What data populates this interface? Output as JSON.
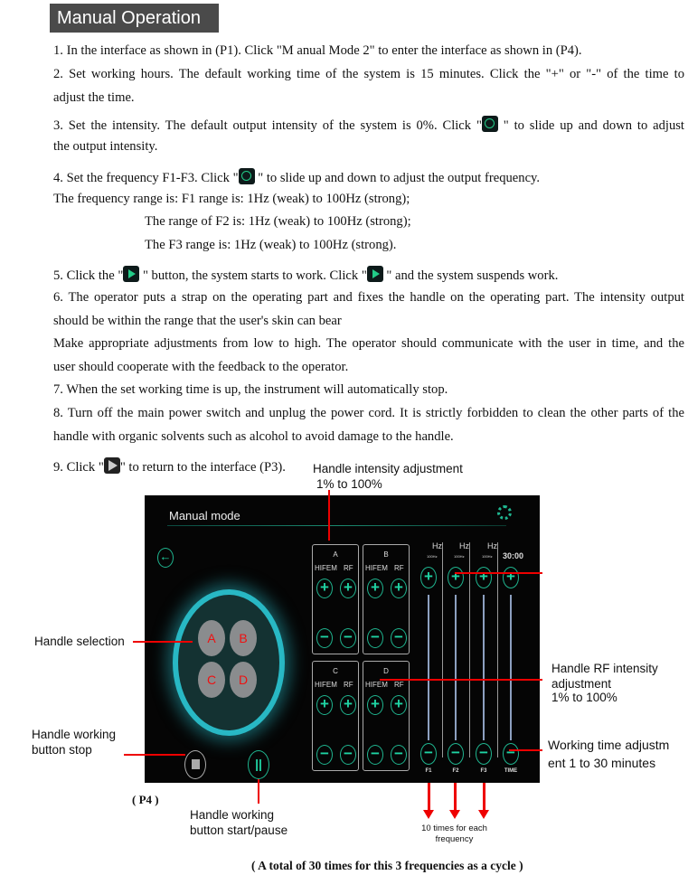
{
  "title": "Manual Operation",
  "steps": {
    "s1": "1. In the interface as shown in (P1). Click \"M anual Mode 2\" to enter the interface as shown in (P4).",
    "s2a": "2. Set working hours. The default working time of the system is 15 minutes. Click the \"+\" or \"-\" of the time to",
    "s2b": "adjust the time.",
    "s3a": "3. Set the intensity. The default output intensity of the system is 0%. Click \"",
    "s3a2": " \" to slide up and down to adjust",
    "s3b": "the output intensity.",
    "s4a": "4. Set the frequency F1-F3. Click \"",
    "s4a2": " \" to slide up and down to adjust the output frequency.",
    "s4b": "The frequency range is: F1 range is: 1Hz (weak) to 100Hz (strong);",
    "s4c": "The range of F2 is: 1Hz (weak) to 100Hz (strong);",
    "s4d": "The F3 range is: 1Hz (weak) to 100Hz (strong).",
    "s5a": "5. Click the \"",
    "s5b": " \" button, the system starts to work. Click \"",
    "s5c": " \" and the system suspends work.",
    "s6a": "6. The operator puts a strap on the operating part and fixes the handle on the operating part. The intensity output",
    "s6b": "should be within the range that the user's skin can bear",
    "s6c": "Make appropriate adjustments from low to high. The operator should communicate with the user in time, and the",
    "s6d": "user should cooperate with the feedback to the operator.",
    "s7": "7. When the set working time is up, the instrument will automatically stop.",
    "s8a": "8. Turn off the main power switch and unplug the power cord. It is strictly forbidden to clean the other parts of the",
    "s8b": "handle with organic solvents such as alcohol to avoid damage to the handle.",
    "s9a": "9. Click \"",
    "s9b": "\" to return to the interface (P3)."
  },
  "screen": {
    "header": "Manual mode",
    "handles": [
      "A",
      "B",
      "C",
      "D"
    ],
    "boxes": [
      {
        "label": "A"
      },
      {
        "label": "B"
      },
      {
        "label": "C"
      },
      {
        "label": "D"
      }
    ],
    "hifem": "HIFEM",
    "rf": "RF",
    "hz": "Hz",
    "hz_max": "100Hz",
    "time_value": "30:00",
    "sliders": [
      "F1",
      "F2",
      "F3",
      "TIME"
    ]
  },
  "annotations": {
    "intensity": "Handle intensity adjustment",
    "intensity_range": "1% to 100%",
    "selection": "Handle selection",
    "rf": "Handle RF intensity adjustment",
    "rf_range": "1% to 100%",
    "time": "Working time adjustm ent 1 to 30 minutes",
    "stop": "Handle working button stop",
    "start": "Handle working button start/pause",
    "p4": "( P4 )",
    "times": "10  times for each frequency",
    "cycle": "( A total of 30 times for this 3 frequencies as a cycle )"
  },
  "colors": {
    "accent": "#1fb58f",
    "annotation": "#e00000"
  }
}
